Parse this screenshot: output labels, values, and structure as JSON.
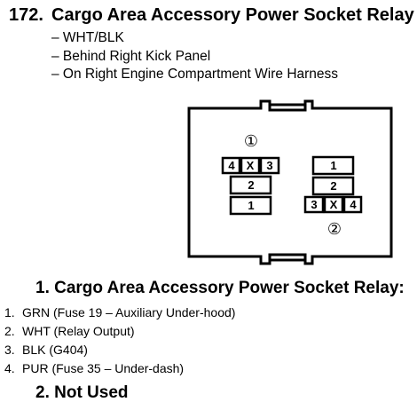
{
  "header": {
    "number": "172.",
    "title": "Cargo Area Accessory Power Socket Relay"
  },
  "details": [
    "– WHT/BLK",
    "– Behind Right Kick Panel",
    "– On Right Engine Compartment Wire Harness"
  ],
  "diagram": {
    "relay1_marker": "①",
    "relay2_marker": "②",
    "relay1_cavities": [
      "4",
      "X",
      "3",
      "2",
      "1"
    ],
    "relay2_cavities": [
      "1",
      "2",
      "3",
      "X",
      "4"
    ]
  },
  "section1": {
    "heading": "1. Cargo Area Accessory Power Socket Relay:",
    "pins": [
      {
        "num": "1.",
        "text": "GRN (Fuse 19 – Auxiliary Under-hood)"
      },
      {
        "num": "2.",
        "text": "WHT (Relay Output)"
      },
      {
        "num": "3.",
        "text": "BLK (G404)"
      },
      {
        "num": "4.",
        "text": "PUR (Fuse 35 – Under-dash)"
      }
    ]
  },
  "section2": {
    "heading": "2. Not Used"
  }
}
